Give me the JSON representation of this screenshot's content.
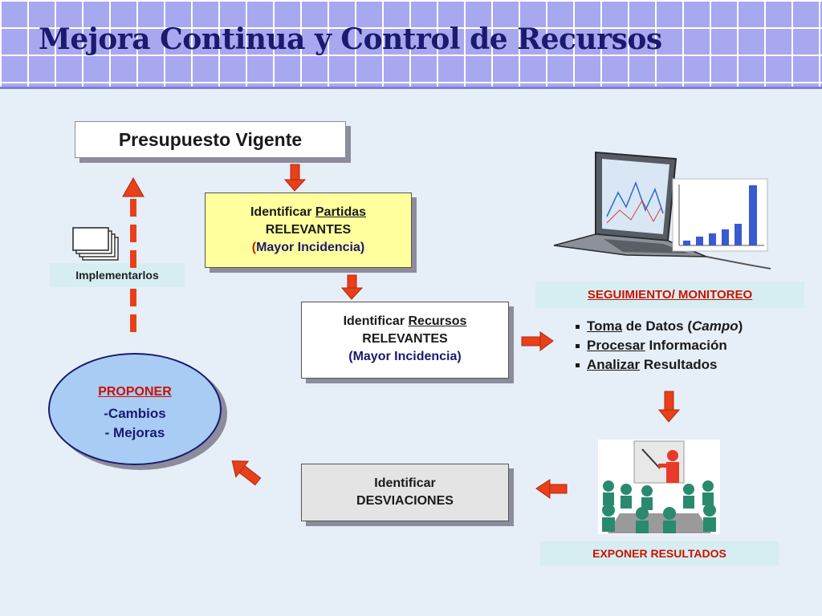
{
  "slide": {
    "title": "Mejora Continua y Control de Recursos"
  },
  "boxes": {
    "budget": "Presupuesto Vigente",
    "partidas": {
      "l1a": "Identificar ",
      "l1b": "Partidas",
      "l2": "RELEVANTES",
      "l3a": "(",
      "l3b": "Mayor Incidencia)"
    },
    "recursos": {
      "l1a": "Identificar ",
      "l1b": "Recursos",
      "l2": "RELEVANTES",
      "l3": "(Mayor Incidencia)"
    },
    "desviaciones": {
      "l1": "Identificar",
      "l2": "DESVIACIONES"
    }
  },
  "labels": {
    "implementarlos": "Implementarlos",
    "seguimiento": "SEGUIMIENTO/ MONITOREO",
    "exponer": "EXPONER RESULTADOS"
  },
  "bullets": [
    {
      "u": "Toma",
      "a": " de Datos (",
      "i": "Campo",
      "b": ")"
    },
    {
      "u": "Procesar",
      "a": " Información",
      "i": "",
      "b": ""
    },
    {
      "u": "Analizar",
      "a": " Resultados",
      "i": "",
      "b": ""
    }
  ],
  "oval": {
    "head": "PROPONER",
    "line1": "-Cambios",
    "line2": "- Mejoras"
  },
  "colors": {
    "arrow": "#e8401a",
    "arrow_dark": "#b02808",
    "title": "#1a1a6e",
    "accent_red": "#cc1100"
  },
  "icons": [
    "documents-icon",
    "laptop-icon",
    "bar-chart-icon",
    "presentation-meeting-icon"
  ]
}
